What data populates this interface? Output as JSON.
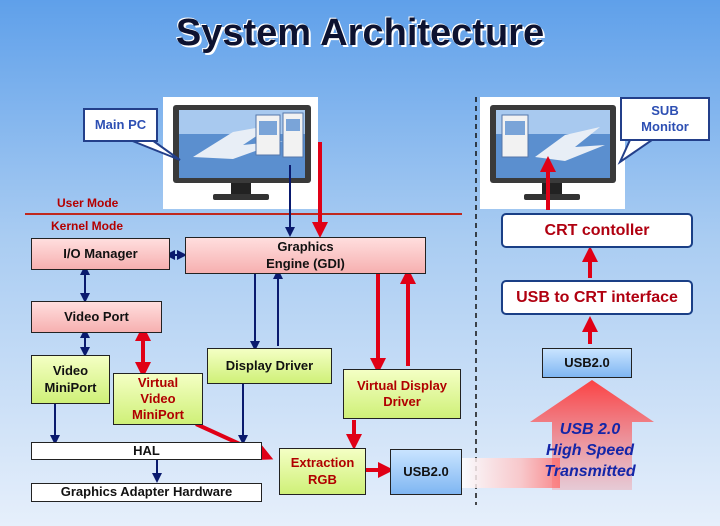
{
  "title": "System Architecture",
  "modes": {
    "user": "User Mode",
    "kernel": "Kernel Mode"
  },
  "callouts": {
    "main_pc": "Main PC",
    "sub_monitor_1": "SUB",
    "sub_monitor_2": "Monitor"
  },
  "boxes": {
    "io_manager": "I/O Manager",
    "graphics_engine_1": "Graphics",
    "graphics_engine_2": "Engine (GDI)",
    "video_port": "Video Port",
    "video_miniport_1": "Video",
    "video_miniport_2": "MiniPort",
    "virtual_video_miniport_1": "Virtual",
    "virtual_video_miniport_2": "Video",
    "virtual_video_miniport_3": "MiniPort",
    "display_driver": "Display Driver",
    "virtual_display_driver_1": "Virtual Display",
    "virtual_display_driver_2": "Driver",
    "hal": "HAL",
    "graphics_adapter_hardware": "Graphics Adapter Hardware",
    "extraction_rgb_1": "Extraction",
    "extraction_rgb_2": "RGB",
    "usb_left": "USB2.0",
    "usb_right": "USB2.0",
    "crt_controller": "CRT contoller",
    "usb_to_crt": "USB to CRT interface"
  },
  "usb_note": {
    "line1": "USB 2.0",
    "line2": "High Speed",
    "line3": "Transmitted"
  },
  "colors": {
    "title": "#0d1230",
    "separator": "#c0281e",
    "arrow_red": "#e00016",
    "arrow_blue": "#0a1a6e",
    "box_pink": "#f6b0b0",
    "box_green": "#cff078",
    "box_blue": "#7fb6f2",
    "crt_text": "#b00010"
  }
}
